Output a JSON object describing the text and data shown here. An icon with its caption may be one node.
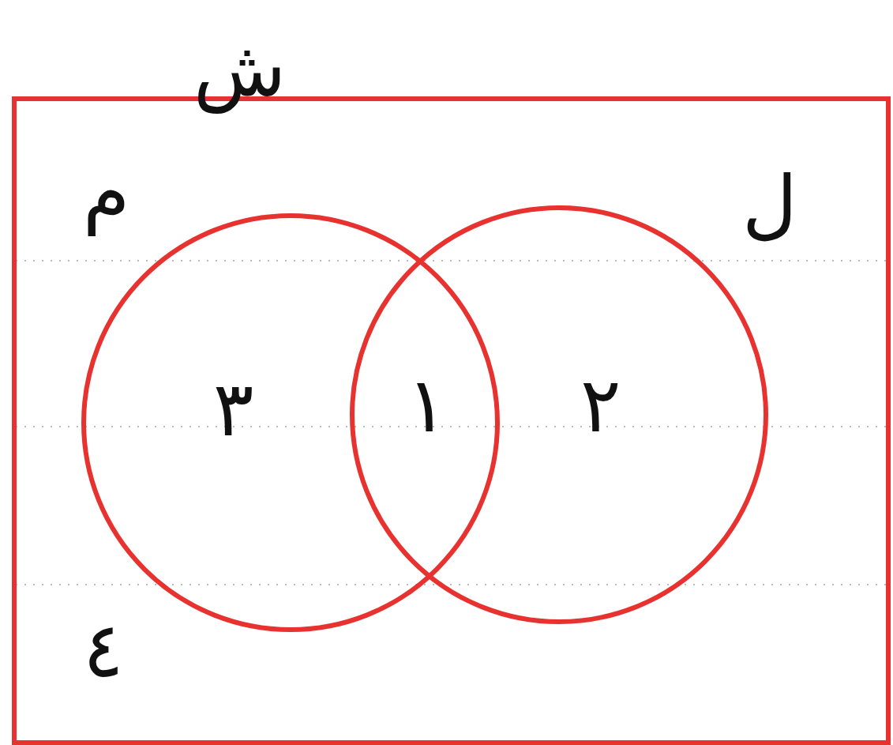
{
  "diagram": {
    "nodes": [
      {
        "text": [
          "ش"
        ]
      },
      {
        "text": [
          "م"
        ],
        "in": 0
      },
      {
        "text": [
          "ل"
        ],
        "in": 0
      }
    ],
    "labels": [
      "٣",
      "١",
      "٢",
      "٤"
    ]
  }
}
